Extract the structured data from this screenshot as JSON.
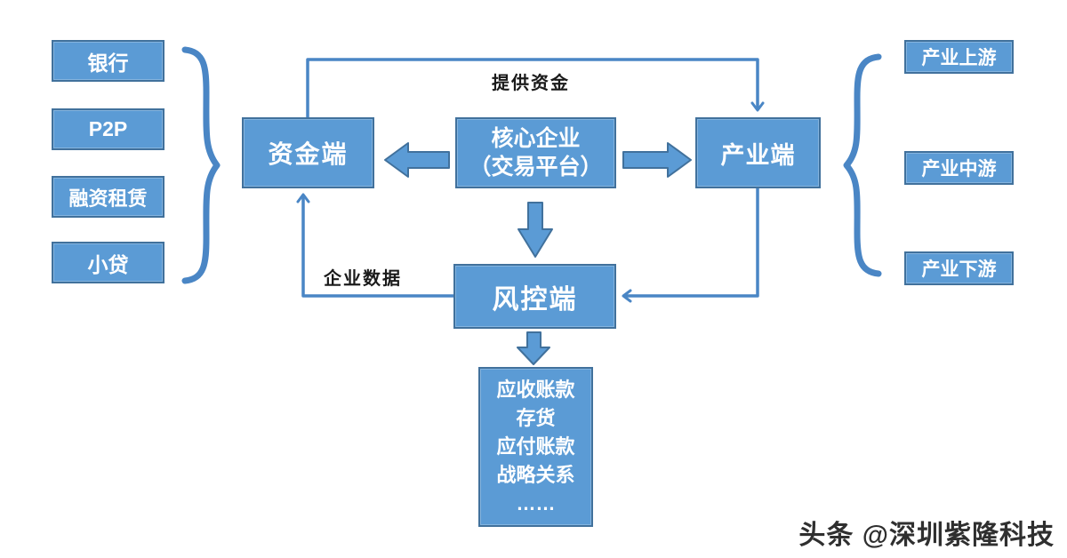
{
  "diagram": {
    "funding_sources": [
      "银行",
      "P2P",
      "融资租赁",
      "小贷"
    ],
    "nodes": {
      "funding": "资金端",
      "core": "核心企业\n（交易平台）",
      "industry": "产业端",
      "risk": "风控端",
      "assets": "应收账款\n存货\n应付账款\n战略关系\n……"
    },
    "industry_chain": [
      "产业上游",
      "产业中游",
      "产业下游"
    ],
    "edge_labels": {
      "provide_funds": "提供资金",
      "enterprise_data": "企业数据"
    }
  },
  "watermark": "头条 @深圳紫隆科技",
  "colors": {
    "box_fill": "#5B9BD5",
    "box_border": "#41719C",
    "box_text": "#FFFFFF",
    "connector": "#4A86C5",
    "edge_label_text": "#1A1A1A",
    "watermark_text": "#2F2F2F",
    "background": "#FFFFFF"
  }
}
